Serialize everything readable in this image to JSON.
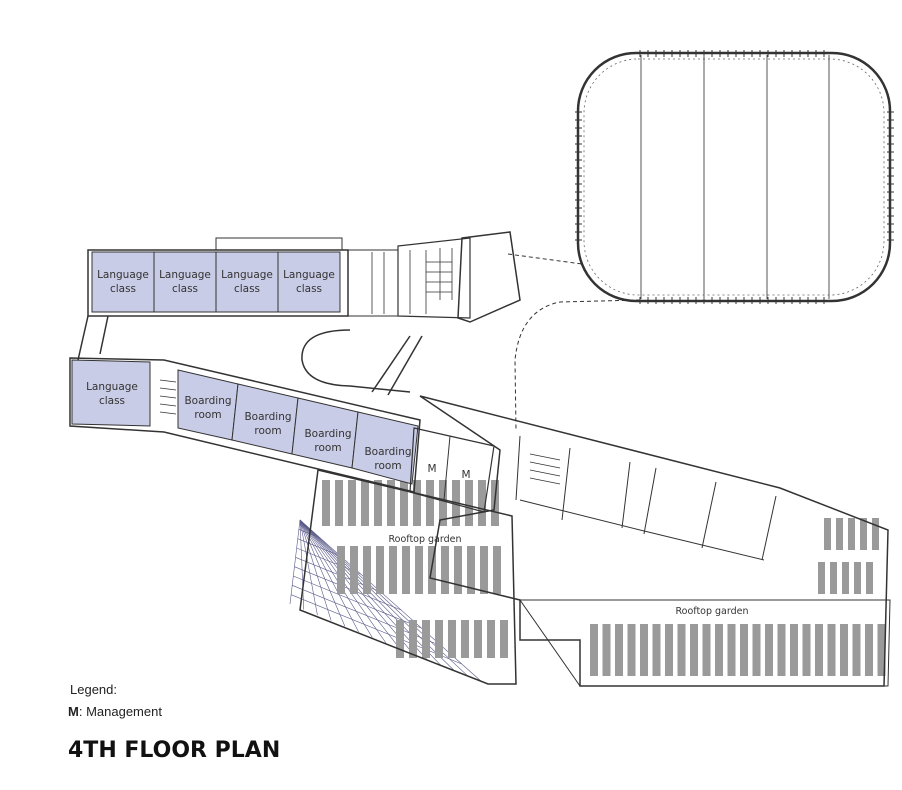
{
  "colors": {
    "room_fill": "#c9cce6",
    "line": "#333333",
    "parking_bar": "#9a9a9a"
  },
  "rooms": {
    "language_class": "Language class",
    "boarding_room": "Boarding room",
    "management_abbr": "M"
  },
  "rooftop_garden": "Rooftop garden",
  "legend": {
    "title": "Legend:",
    "key": "M",
    "description": ": Management"
  },
  "plan_title": "4TH FLOOR PLAN"
}
